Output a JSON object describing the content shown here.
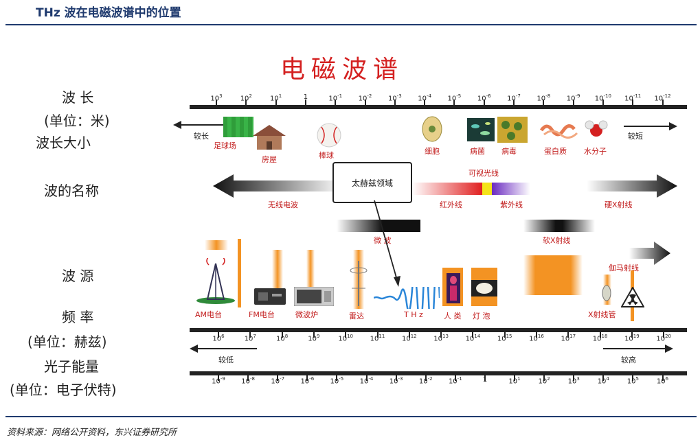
{
  "page": {
    "title": "THz 波在电磁波谱中的位置",
    "source": "资料来源：网络公开资料，东兴证券研究所"
  },
  "diagram": {
    "title": "电磁波谱",
    "labels": {
      "wavelength": "波 长",
      "wavelength_unit": "(单位：米)",
      "wavelength_size": "波长大小",
      "wave_name": "波的名称",
      "wave_source": "波  源",
      "frequency": "频  率",
      "frequency_unit": "(单位：赫兹)",
      "photon_energy": "光子能量",
      "photon_energy_unit": "(单位：电子伏特)"
    },
    "wavelength_ticks": [
      {
        "b": "10",
        "e": "3"
      },
      {
        "b": "10",
        "e": "2"
      },
      {
        "b": "10",
        "e": "1"
      },
      {
        "b": "1",
        "e": ""
      },
      {
        "b": "10",
        "e": "-1"
      },
      {
        "b": "10",
        "e": "-2"
      },
      {
        "b": "10",
        "e": "-3"
      },
      {
        "b": "10",
        "e": "-4"
      },
      {
        "b": "10",
        "e": "-5"
      },
      {
        "b": "10",
        "e": "-6"
      },
      {
        "b": "10",
        "e": "-7"
      },
      {
        "b": "10",
        "e": "-8"
      },
      {
        "b": "10",
        "e": "-9"
      },
      {
        "b": "10",
        "e": "-10"
      },
      {
        "b": "10",
        "e": "-11"
      },
      {
        "b": "10",
        "e": "-12"
      }
    ],
    "frequency_ticks": [
      {
        "b": "10",
        "e": "6"
      },
      {
        "b": "10",
        "e": "7"
      },
      {
        "b": "10",
        "e": "8"
      },
      {
        "b": "10",
        "e": "9"
      },
      {
        "b": "10",
        "e": "10"
      },
      {
        "b": "10",
        "e": "11"
      },
      {
        "b": "10",
        "e": "12"
      },
      {
        "b": "10",
        "e": "13"
      },
      {
        "b": "10",
        "e": "14"
      },
      {
        "b": "10",
        "e": "15"
      },
      {
        "b": "10",
        "e": "16"
      },
      {
        "b": "10",
        "e": "17"
      },
      {
        "b": "10",
        "e": "18"
      },
      {
        "b": "10",
        "e": "19"
      },
      {
        "b": "10",
        "e": "20"
      }
    ],
    "energy_ticks": [
      {
        "b": "10",
        "e": "-9"
      },
      {
        "b": "10",
        "e": "-8"
      },
      {
        "b": "10",
        "e": "-7"
      },
      {
        "b": "10",
        "e": "-6"
      },
      {
        "b": "10",
        "e": "-5"
      },
      {
        "b": "10",
        "e": "-4"
      },
      {
        "b": "10",
        "e": "-3"
      },
      {
        "b": "10",
        "e": "-2"
      },
      {
        "b": "10",
        "e": "-1"
      },
      {
        "b": "1",
        "e": ""
      },
      {
        "b": "10",
        "e": "1"
      },
      {
        "b": "10",
        "e": "2"
      },
      {
        "b": "10",
        "e": "3"
      },
      {
        "b": "10",
        "e": "4"
      },
      {
        "b": "10",
        "e": "5"
      },
      {
        "b": "10",
        "e": "6"
      }
    ],
    "size_objects": {
      "longer": "较长",
      "shorter": "较短",
      "football_field": "足球场",
      "house": "房屋",
      "baseball": "棒球",
      "cell": "细胞",
      "bacteria": "病菌",
      "virus": "病毒",
      "protein": "蛋白质",
      "molecule": "水分子"
    },
    "wave_names": {
      "radio": "无线电波",
      "thz_region": "太赫兹领域",
      "visible": "可视光线",
      "infrared": "红外线",
      "ultraviolet": "紫外线",
      "hard_xray": "硬X射线",
      "microwave": "微 波",
      "soft_xray": "软X射线",
      "gamma": "伽马射线"
    },
    "sources": {
      "am": "AM电台",
      "fm": "FM电台",
      "microwave_oven": "微波炉",
      "radar": "雷达",
      "thz": "T H z",
      "human": "人 类",
      "lamp": "灯 泡",
      "xray_tube": "X射线管"
    },
    "energy": {
      "lower": "较低",
      "higher": "较高"
    },
    "colors": {
      "accent_red": "#d42020",
      "orange": "#f39323",
      "header_blue": "#1f3a6e"
    }
  }
}
